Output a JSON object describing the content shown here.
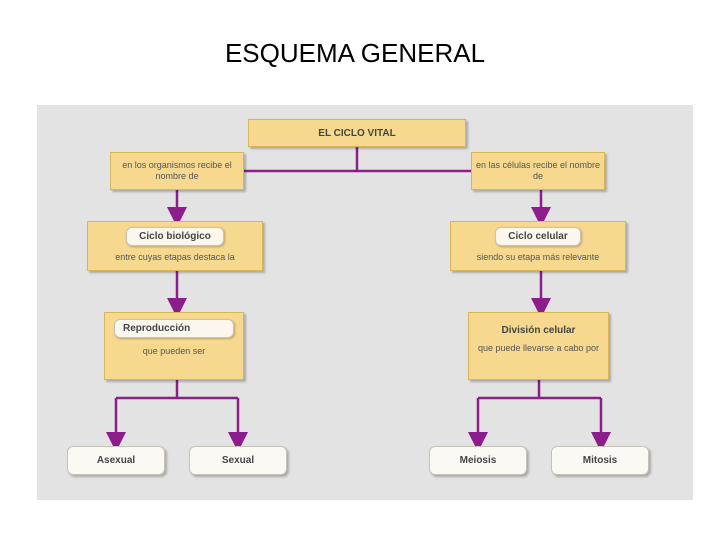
{
  "page_title": "ESQUEMA GENERAL",
  "diagram": {
    "root": "EL CICLO VITAL",
    "left_branch": {
      "connector_note": "en los organismos recibe el nombre de",
      "stage_title": "Ciclo biológico",
      "stage_note": "entre cuyas etapas destaca la",
      "process_title": "Reproducción",
      "process_note": "que pueden ser",
      "leaves": [
        "Asexual",
        "Sexual"
      ]
    },
    "right_branch": {
      "connector_note": "en las células recibe el nombre de",
      "stage_title": "Ciclo celular",
      "stage_note": "siendo su etapa más relevante",
      "process_title": "División celular",
      "process_note": "que puede llevarse a cabo por",
      "leaves": [
        "Meiosis",
        "Mitosis"
      ]
    }
  },
  "colors": {
    "box_fill": "#f6d88f",
    "arrow": "#8b1e8b",
    "panel_background": "#e3e3e3",
    "leaf_fill": "#fbf9f4"
  }
}
